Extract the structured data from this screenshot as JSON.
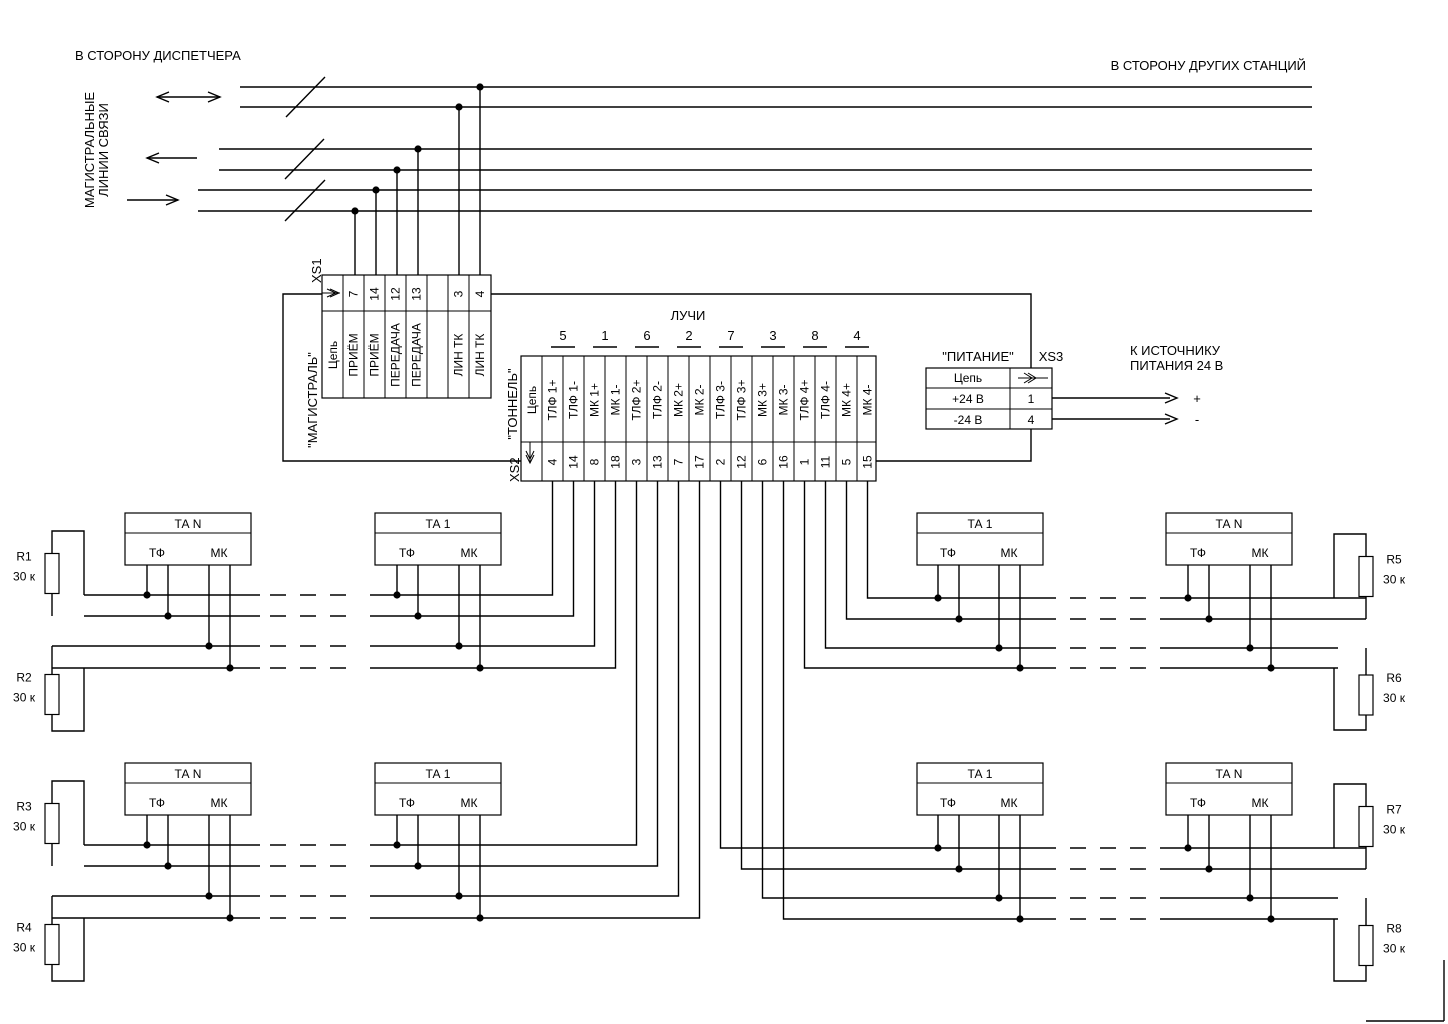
{
  "labels": {
    "dispatcher_side": "В СТОРОНУ ДИСПЕТЧЕРА",
    "other_stations": "В СТОРОНУ ДРУГИХ СТАНЦИЙ",
    "trunk_lines_1": "МАГИСТРАЛЬНЫЕ",
    "trunk_lines_2": "ЛИНИИ СВЯЗИ",
    "rays": "ЛУЧИ",
    "power_source_1": "К  ИСТОЧНИКУ",
    "power_source_2": "ПИТАНИЯ  24 В",
    "plus": "+",
    "minus": "-"
  },
  "xs1": {
    "ref": "XS1",
    "title": "\"МАГИСТРАЛЬ\"",
    "header": "Цепь",
    "pins": [
      {
        "num": "7",
        "signal": "ПРИЁМ"
      },
      {
        "num": "14",
        "signal": "ПРИЁМ"
      },
      {
        "num": "12",
        "signal": "ПЕРЕДАЧА"
      },
      {
        "num": "13",
        "signal": "ПЕРЕДАЧА"
      },
      {
        "num": "",
        "signal": ""
      },
      {
        "num": "3",
        "signal": "ЛИН ТК"
      },
      {
        "num": "4",
        "signal": "ЛИН ТК"
      }
    ]
  },
  "xs2": {
    "ref": "XS2",
    "title": "\"ТОННЕЛЬ\"",
    "header": "Цепь",
    "pins": [
      {
        "num": "4",
        "signal": "ТЛФ 1+"
      },
      {
        "num": "14",
        "signal": "ТЛФ 1-"
      },
      {
        "num": "8",
        "signal": "МК 1+"
      },
      {
        "num": "18",
        "signal": "МК 1-"
      },
      {
        "num": "3",
        "signal": "ТЛФ 2+"
      },
      {
        "num": "13",
        "signal": "ТЛФ 2-"
      },
      {
        "num": "7",
        "signal": "МК 2+"
      },
      {
        "num": "17",
        "signal": "МК 2-"
      },
      {
        "num": "2",
        "signal": "ТЛФ 3-"
      },
      {
        "num": "12",
        "signal": "ТЛФ 3+"
      },
      {
        "num": "6",
        "signal": "МК 3+"
      },
      {
        "num": "16",
        "signal": "МК 3-"
      },
      {
        "num": "1",
        "signal": "ТЛФ 4+"
      },
      {
        "num": "11",
        "signal": "ТЛФ 4-"
      },
      {
        "num": "5",
        "signal": "МК 4+"
      },
      {
        "num": "15",
        "signal": "МК 4-"
      }
    ],
    "rays": [
      "5",
      "1",
      "6",
      "2",
      "7",
      "3",
      "8",
      "4"
    ]
  },
  "xs3": {
    "ref": "XS3",
    "title": "\"ПИТАНИЕ\"",
    "header": "Цепь",
    "rows": [
      {
        "circuit": "+24 В",
        "pin": "1"
      },
      {
        "circuit": "-24 В",
        "pin": "4"
      }
    ]
  },
  "phone_units": [
    {
      "name": "ТА N",
      "tf": "ТФ",
      "mk": "МК"
    },
    {
      "name": "ТА 1",
      "tf": "ТФ",
      "mk": "МК"
    },
    {
      "name": "ТА 1",
      "tf": "ТФ",
      "mk": "МК"
    },
    {
      "name": "ТА N",
      "tf": "ТФ",
      "mk": "МК"
    },
    {
      "name": "ТА N",
      "tf": "ТФ",
      "mk": "МК"
    },
    {
      "name": "ТА 1",
      "tf": "ТФ",
      "mk": "МК"
    },
    {
      "name": "ТА 1",
      "tf": "ТФ",
      "mk": "МК"
    },
    {
      "name": "ТА N",
      "tf": "ТФ",
      "mk": "МК"
    }
  ],
  "resistors": [
    {
      "ref": "R1",
      "value": "30 к"
    },
    {
      "ref": "R2",
      "value": "30 к"
    },
    {
      "ref": "R3",
      "value": "30 к"
    },
    {
      "ref": "R4",
      "value": "30 к"
    },
    {
      "ref": "R5",
      "value": "30 к"
    },
    {
      "ref": "R6",
      "value": "30 к"
    },
    {
      "ref": "R7",
      "value": "30 к"
    },
    {
      "ref": "R8",
      "value": "30 к"
    }
  ]
}
